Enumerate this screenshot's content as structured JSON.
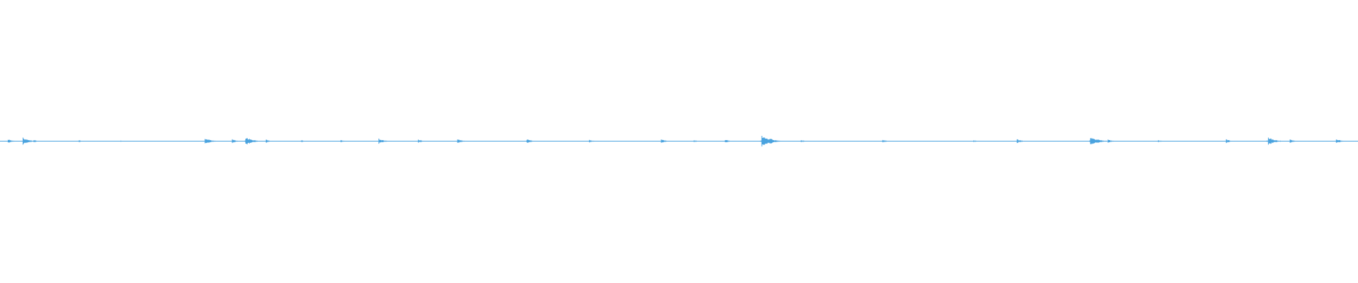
{
  "waveform": {
    "color": "#4aa3df",
    "background": "#ffffff",
    "baseline_level": 0.02,
    "bursts": [
      {
        "position": 0.006,
        "level": 0.22
      },
      {
        "position": 0.017,
        "level": 0.42
      },
      {
        "position": 0.025,
        "level": 0.16
      },
      {
        "position": 0.058,
        "level": 0.12
      },
      {
        "position": 0.089,
        "level": 0.08
      },
      {
        "position": 0.151,
        "level": 0.38
      },
      {
        "position": 0.171,
        "level": 0.22
      },
      {
        "position": 0.181,
        "level": 0.5
      },
      {
        "position": 0.196,
        "level": 0.18
      },
      {
        "position": 0.222,
        "level": 0.12
      },
      {
        "position": 0.251,
        "level": 0.14
      },
      {
        "position": 0.279,
        "level": 0.3
      },
      {
        "position": 0.308,
        "level": 0.2
      },
      {
        "position": 0.337,
        "level": 0.26
      },
      {
        "position": 0.388,
        "level": 0.24
      },
      {
        "position": 0.434,
        "level": 0.16
      },
      {
        "position": 0.487,
        "level": 0.22
      },
      {
        "position": 0.511,
        "level": 0.14
      },
      {
        "position": 0.534,
        "level": 0.2
      },
      {
        "position": 0.561,
        "level": 0.66
      },
      {
        "position": 0.567,
        "level": 0.36
      },
      {
        "position": 0.59,
        "level": 0.14
      },
      {
        "position": 0.65,
        "level": 0.18
      },
      {
        "position": 0.717,
        "level": 0.12
      },
      {
        "position": 0.749,
        "level": 0.24
      },
      {
        "position": 0.803,
        "level": 0.6
      },
      {
        "position": 0.816,
        "level": 0.2
      },
      {
        "position": 0.853,
        "level": 0.12
      },
      {
        "position": 0.903,
        "level": 0.22
      },
      {
        "position": 0.934,
        "level": 0.48
      },
      {
        "position": 0.95,
        "level": 0.2
      },
      {
        "position": 0.984,
        "level": 0.26
      }
    ]
  }
}
